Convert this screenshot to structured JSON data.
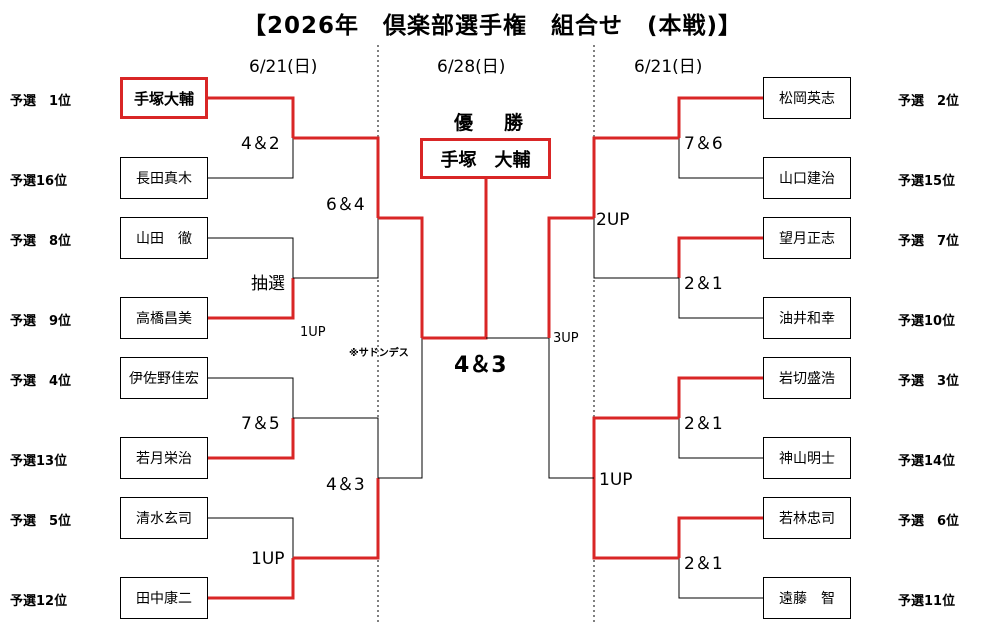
{
  "title": "【2026年　倶楽部選手権　組合せ　(本戦)】",
  "dates": {
    "left": "6/21(日)",
    "center": "6/28(日)",
    "right": "6/21(日)"
  },
  "colors": {
    "winner_line": "#d92626",
    "line": "#000000"
  },
  "champion": {
    "label": "優　勝",
    "name": "手塚　大輔"
  },
  "final_score": "4＆3",
  "left_players": [
    {
      "seed": "予選　1位",
      "name": "手塚大輔",
      "winner": true
    },
    {
      "seed": "予選16位",
      "name": "長田真木",
      "winner": false
    },
    {
      "seed": "予選　8位",
      "name": "山田　徹",
      "winner": false
    },
    {
      "seed": "予選　9位",
      "name": "高橋昌美",
      "winner": true
    },
    {
      "seed": "予選　4位",
      "name": "伊佐野佳宏",
      "winner": false
    },
    {
      "seed": "予選13位",
      "name": "若月栄治",
      "winner": true
    },
    {
      "seed": "予選　5位",
      "name": "清水玄司",
      "winner": false
    },
    {
      "seed": "予選12位",
      "name": "田中康二",
      "winner": true
    }
  ],
  "right_players": [
    {
      "seed": "予選　2位",
      "name": "松岡英志",
      "winner": true
    },
    {
      "seed": "予選15位",
      "name": "山口建治",
      "winner": false
    },
    {
      "seed": "予選　7位",
      "name": "望月正志",
      "winner": true
    },
    {
      "seed": "予選10位",
      "name": "油井和幸",
      "winner": false
    },
    {
      "seed": "予選　3位",
      "name": "岩切盛浩",
      "winner": true
    },
    {
      "seed": "予選14位",
      "name": "神山明士",
      "winner": false
    },
    {
      "seed": "予選　6位",
      "name": "若林忠司",
      "winner": true
    },
    {
      "seed": "予選11位",
      "name": "遠藤　智",
      "winner": false
    }
  ],
  "scores": {
    "left_r1": [
      "4＆2",
      "抽選",
      "7＆5",
      "1UP"
    ],
    "left_r2": [
      "6＆4",
      "4＆3"
    ],
    "left_r3": "1UP",
    "left_r3_note": "※サドンデス",
    "right_r1": [
      "7＆6",
      "2＆1",
      "2＆1",
      "2＆1"
    ],
    "right_r2": [
      "2UP",
      "1UP"
    ],
    "right_r3": "3UP"
  }
}
